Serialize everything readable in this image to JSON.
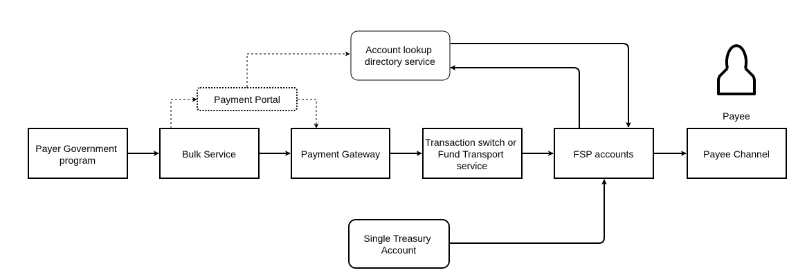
{
  "nodes": {
    "payer": {
      "lines": [
        "Payer Government",
        "program"
      ]
    },
    "bulk": {
      "lines": [
        "Bulk Service"
      ]
    },
    "portal": {
      "lines": [
        "Payment Portal"
      ]
    },
    "gateway": {
      "lines": [
        "Payment Gateway"
      ]
    },
    "switch": {
      "lines": [
        "Transaction switch or",
        "Fund Transport",
        "service"
      ]
    },
    "lookup": {
      "lines": [
        "Account lookup",
        "directory service"
      ]
    },
    "fsp": {
      "lines": [
        "FSP accounts"
      ]
    },
    "payee_channel": {
      "lines": [
        "Payee Channel"
      ]
    },
    "treasury": {
      "lines": [
        "Single Treasury",
        "Account"
      ]
    },
    "payee": {
      "label": "Payee",
      "icon": "person-icon"
    }
  },
  "colors": {
    "stroke": "#000000",
    "fill": "#ffffff",
    "text": "#000000"
  }
}
